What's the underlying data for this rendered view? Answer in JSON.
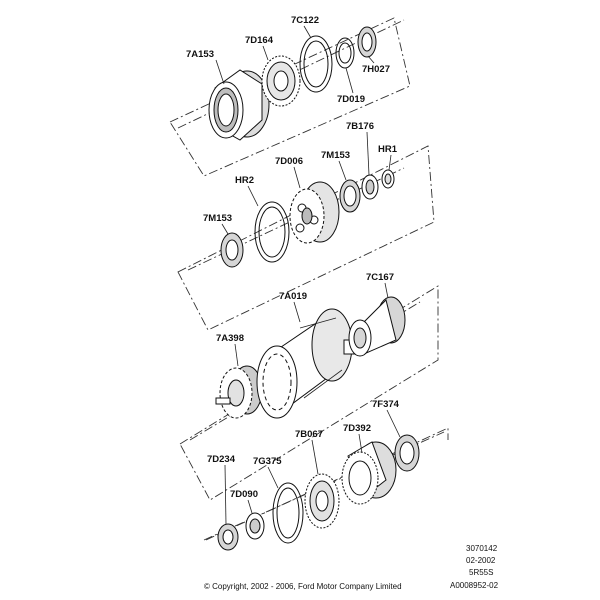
{
  "labels": {
    "7A153": "7A153",
    "7D164": "7D164",
    "7C122": "7C122",
    "7H027": "7H027",
    "7D019": "7D019",
    "7B176": "7B176",
    "HR1": "HR1",
    "7M153_upper": "7M153",
    "7D006": "7D006",
    "HR2": "HR2",
    "7M153_lower": "7M153",
    "7C167": "7C167",
    "7A019": "7A019",
    "7A398": "7A398",
    "7F374": "7F374",
    "7D392": "7D392",
    "7B067": "7B067",
    "7D234": "7D234",
    "7G375": "7G375",
    "7D090": "7D090"
  },
  "footer": {
    "ref_number": "3070142",
    "date": "02-2002",
    "model": "5R55S",
    "doc_id": "A0008952-02",
    "copyright": "© Copyright, 2002 - 2006, Ford Motor Company Limited"
  },
  "colors": {
    "line": "#222222",
    "part_fill": "#ffffff",
    "shade": "#cfcfcf",
    "dark": "#555555"
  }
}
